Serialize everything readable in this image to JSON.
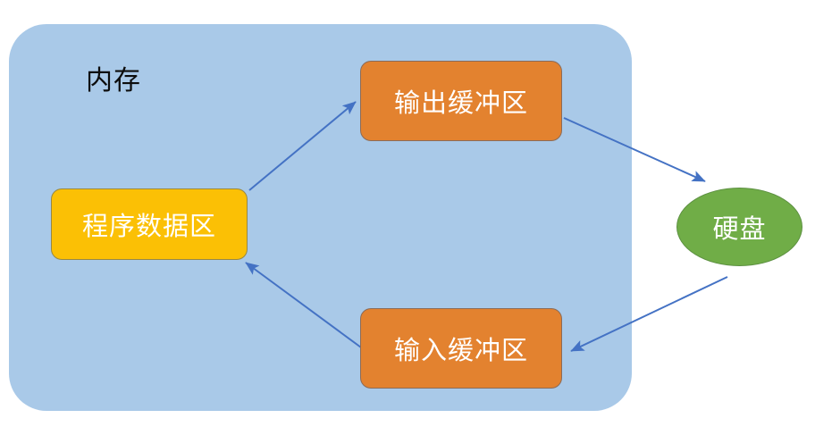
{
  "diagram": {
    "title_label": "内存",
    "container": {
      "name": "memory-region",
      "label": "内存",
      "color": "#A9C9E8"
    },
    "nodes": [
      {
        "id": "program-data-area",
        "label": "程序数据区",
        "shape": "rounded-rect",
        "color": "#FBC005",
        "text_color": "#FFFFFF"
      },
      {
        "id": "output-buffer",
        "label": "输出缓冲区",
        "shape": "rounded-rect",
        "color": "#E3822F",
        "text_color": "#FFFFFF"
      },
      {
        "id": "input-buffer",
        "label": "输入缓冲区",
        "shape": "rounded-rect",
        "color": "#E3822F",
        "text_color": "#FFFFFF"
      },
      {
        "id": "hard-disk",
        "label": "硬盘",
        "shape": "ellipse",
        "color": "#70AD47",
        "text_color": "#FFFFFF"
      }
    ],
    "edges": [
      {
        "id": "program-to-output",
        "from": "program-data-area",
        "to": "output-buffer",
        "color": "#4472C4",
        "directed": true
      },
      {
        "id": "output-to-disk",
        "from": "output-buffer",
        "to": "hard-disk",
        "color": "#4472C4",
        "directed": true
      },
      {
        "id": "disk-to-input",
        "from": "hard-disk",
        "to": "input-buffer",
        "color": "#4472C4",
        "directed": true
      },
      {
        "id": "input-to-program",
        "from": "input-buffer",
        "to": "program-data-area",
        "color": "#4472C4",
        "directed": true
      }
    ]
  }
}
